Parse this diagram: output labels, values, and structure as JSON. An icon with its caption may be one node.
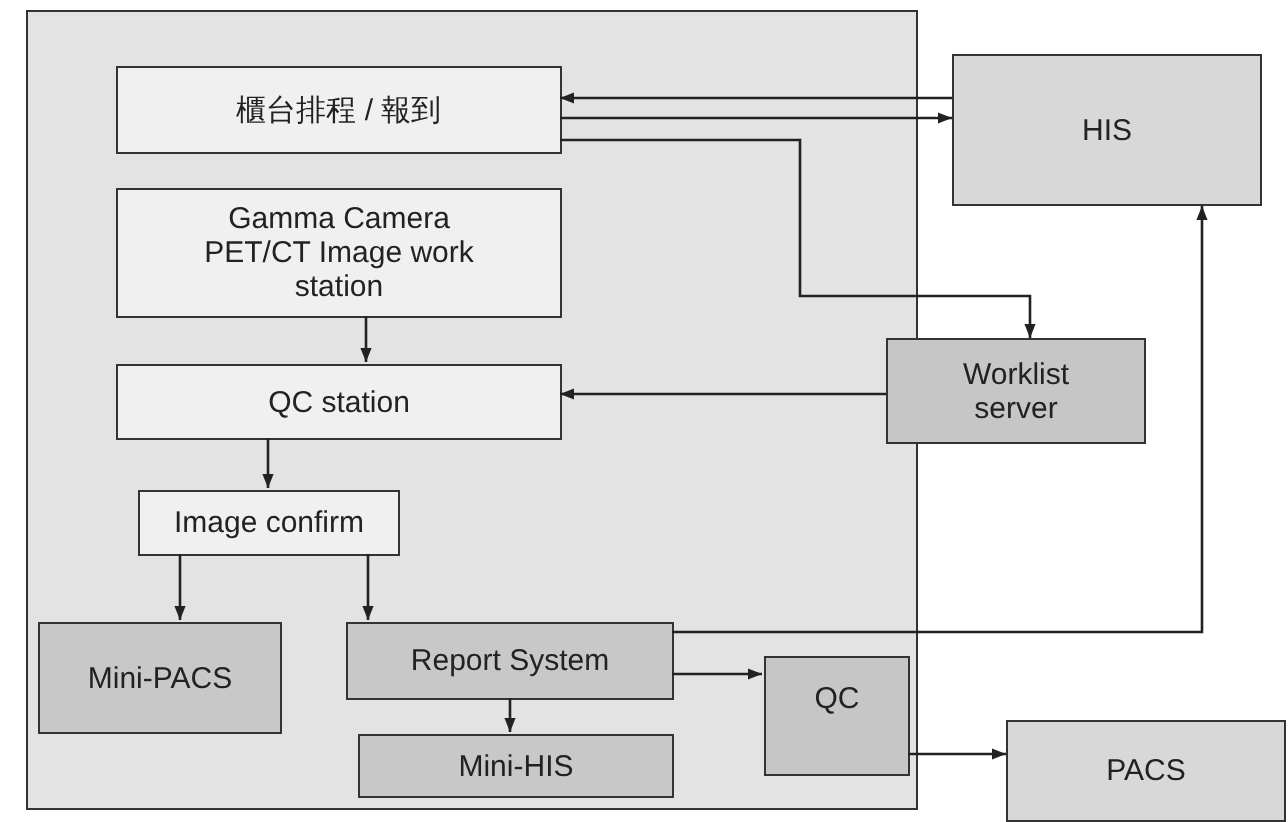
{
  "diagram": {
    "nodes": [
      {
        "text": [],
        "shape": "box"
      },
      {
        "text": [
          "櫃台排程 / 報到"
        ],
        "in": 0
      },
      {
        "text": [
          "HIS"
        ]
      },
      {
        "text": [
          "Gamma Camera PET/CT Image work station"
        ],
        "in": 0
      },
      {
        "text": [
          "QC station"
        ],
        "in": 0
      },
      {
        "text": [
          "Worklist server"
        ]
      },
      {
        "text": [
          "Image confirm"
        ],
        "in": 0
      },
      {
        "text": [
          "Mini-PACS"
        ],
        "in": 0
      },
      {
        "text": [
          "Report System"
        ],
        "in": 0
      },
      {
        "text": [
          "QC"
        ],
        "in": 0
      },
      {
        "text": [
          "Mini-HIS"
        ],
        "in": 0
      },
      {
        "text": [
          "PACS"
        ]
      }
    ],
    "edges": [
      {
        "from": 2,
        "to": 1,
        "arrow": "to"
      },
      {
        "from": 1,
        "to": 2,
        "arrow": "to"
      },
      {
        "from": 1,
        "to": 5,
        "arrow": "to"
      },
      {
        "from": 3,
        "to": 4,
        "arrow": "to"
      },
      {
        "from": 5,
        "to": 4,
        "arrow": "to"
      },
      {
        "from": 4,
        "to": 6,
        "arrow": "to"
      },
      {
        "from": 6,
        "to": 7,
        "arrow": "to"
      },
      {
        "from": 6,
        "to": 8,
        "arrow": "to"
      },
      {
        "from": 8,
        "to": 2,
        "arrow": "to"
      },
      {
        "from": 8,
        "to": 9,
        "arrow": "to"
      },
      {
        "from": 8,
        "to": 10,
        "arrow": "to"
      },
      {
        "from": 9,
        "to": 11,
        "arrow": "to"
      }
    ]
  }
}
